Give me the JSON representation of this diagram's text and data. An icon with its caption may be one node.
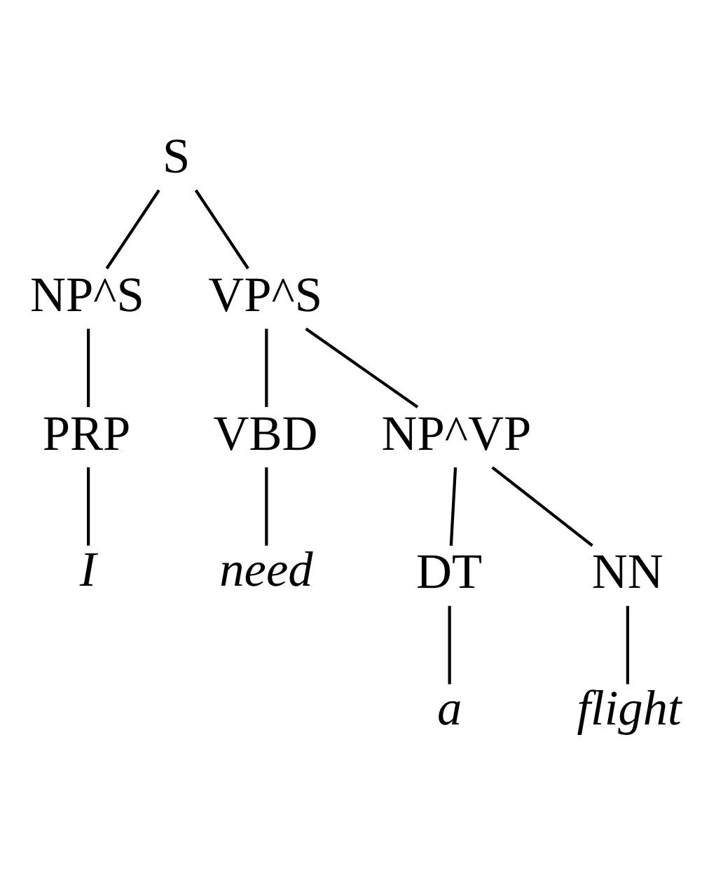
{
  "diagram": {
    "nodes": [
      {
        "text": [
          "S"
        ]
      },
      {
        "text": [
          "NP^S"
        ]
      },
      {
        "text": [
          "VP^S"
        ]
      },
      {
        "text": [
          "PRP"
        ]
      },
      {
        "text": [
          "VBD"
        ]
      },
      {
        "text": [
          "NP^VP"
        ]
      },
      {
        "text": [
          "I"
        ]
      },
      {
        "text": [
          "need"
        ]
      },
      {
        "text": [
          "DT"
        ]
      },
      {
        "text": [
          "NN"
        ]
      },
      {
        "text": [
          "a"
        ]
      },
      {
        "text": [
          "flight"
        ]
      }
    ],
    "edges": [
      {
        "from": 0,
        "to": 1,
        "arrow": "none"
      },
      {
        "from": 0,
        "to": 2,
        "arrow": "none"
      },
      {
        "from": 1,
        "to": 3,
        "arrow": "none"
      },
      {
        "from": 2,
        "to": 4,
        "arrow": "none"
      },
      {
        "from": 2,
        "to": 5,
        "arrow": "none"
      },
      {
        "from": 3,
        "to": 6,
        "arrow": "none"
      },
      {
        "from": 4,
        "to": 7,
        "arrow": "none"
      },
      {
        "from": 5,
        "to": 8,
        "arrow": "none"
      },
      {
        "from": 5,
        "to": 9,
        "arrow": "none"
      },
      {
        "from": 8,
        "to": 10,
        "arrow": "none"
      },
      {
        "from": 9,
        "to": 11,
        "arrow": "none"
      }
    ]
  }
}
